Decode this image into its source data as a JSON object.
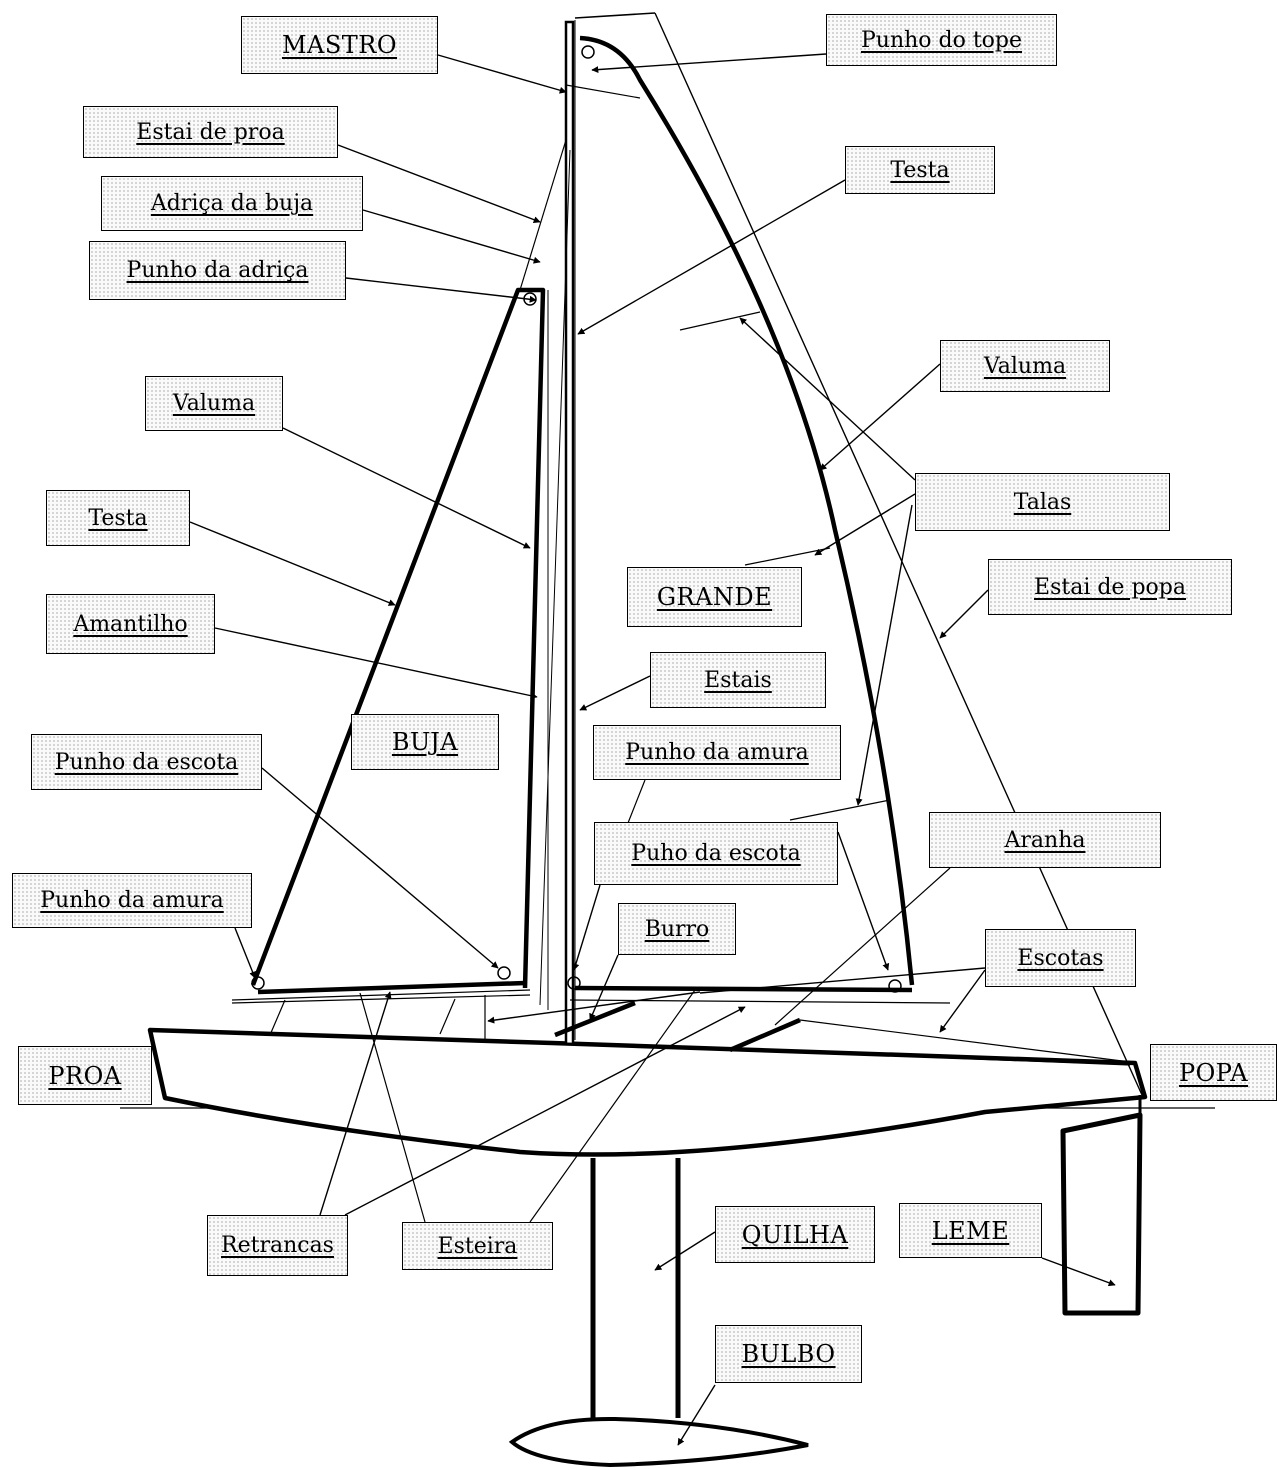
{
  "labels": {
    "mastro": "MASTRO",
    "punho_do_tope": "Punho do tope",
    "estai_de_proa": "Estai de proa",
    "adrica_da_buja": "Adriça da buja",
    "punho_da_adrica": "Punho da adriça",
    "testa_grande": "Testa",
    "valuma_grande": "Valuma",
    "valuma_buja": "Valuma",
    "testa_buja": "Testa",
    "talas": "Talas",
    "estai_de_popa": "Estai de popa",
    "grande": "GRANDE",
    "amantilho": "Amantilho",
    "estais": "Estais",
    "buja": "BUJA",
    "punho_da_escota_buja": "Punho da escota",
    "punho_da_amura_grande": "Punho da amura",
    "puho_da_escota_grande": "Puho da escota",
    "aranha": "Aranha",
    "punho_da_amura_buja": "Punho da amura",
    "burro": "Burro",
    "escotas": "Escotas",
    "proa": "PROA",
    "popa": "POPA",
    "retrancas": "Retrancas",
    "esteira": "Esteira",
    "quilha": "QUILHA",
    "leme": "LEME",
    "bulbo": "BULBO"
  }
}
